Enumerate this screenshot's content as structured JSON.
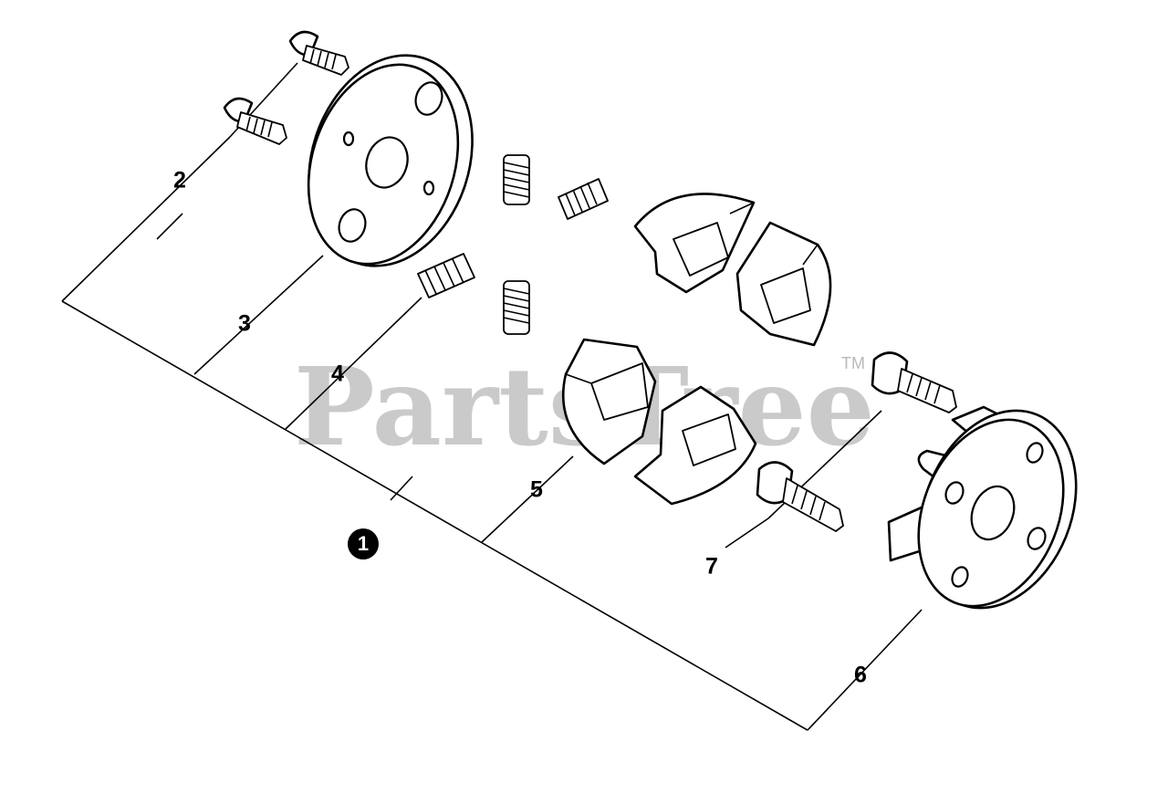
{
  "watermark": {
    "text": "PartsTree",
    "trademark": "TM"
  },
  "callouts": {
    "assembly": "1",
    "c2": "2",
    "c3": "3",
    "c4": "4",
    "c5": "5",
    "c6": "6",
    "c7": "7"
  }
}
